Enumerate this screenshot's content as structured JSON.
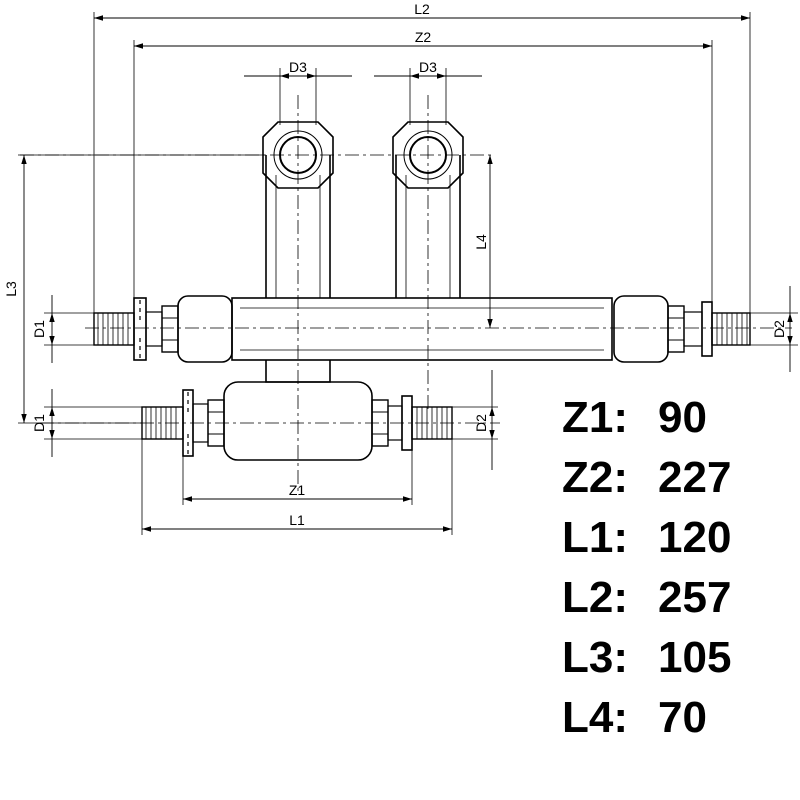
{
  "dimension_labels": {
    "L2": "L2",
    "Z2": "Z2",
    "D3_left": "D3",
    "D3_right": "D3",
    "L3": "L3",
    "L4": "L4",
    "D1_upper": "D1",
    "D2_upper": "D2",
    "D1_lower": "D1",
    "D2_lower": "D2",
    "Z1": "Z1",
    "L1": "L1"
  },
  "specs": [
    {
      "key": "Z1:",
      "value": "90"
    },
    {
      "key": "Z2:",
      "value": "227"
    },
    {
      "key": "L1:",
      "value": "120"
    },
    {
      "key": "L2:",
      "value": "257"
    },
    {
      "key": "L3:",
      "value": "105"
    },
    {
      "key": "L4:",
      "value": "70"
    }
  ],
  "colors": {
    "line": "#000000",
    "background": "#ffffff"
  }
}
